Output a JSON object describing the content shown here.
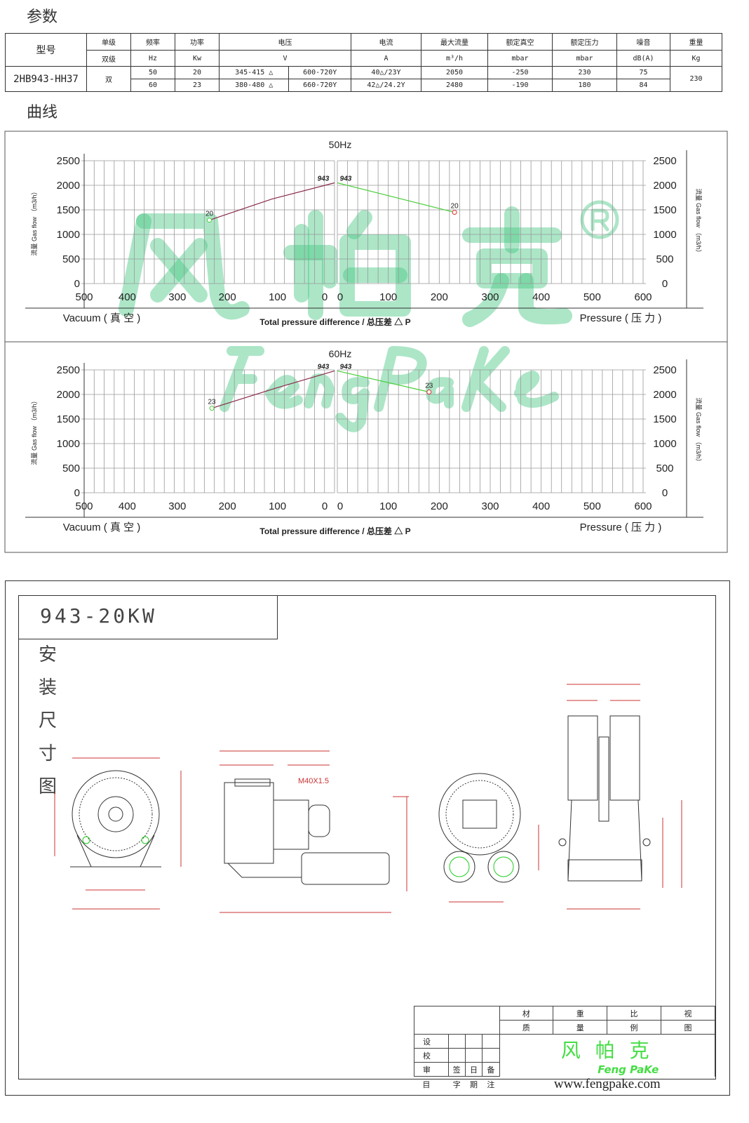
{
  "sections": {
    "params": "参数",
    "curves": "曲线"
  },
  "table": {
    "h1": [
      "型号",
      "单级",
      "频率",
      "功率",
      "电压",
      "电流",
      "最大流量",
      "额定真空",
      "额定压力",
      "噪音",
      "重量"
    ],
    "h2": [
      "双级",
      "Hz",
      "Kw",
      "V",
      "A",
      "m³/h",
      "mbar",
      "mbar",
      "dB(A)",
      "Kg"
    ],
    "model": "2HB943-HH37",
    "stage": "双",
    "rows": [
      {
        "hz": "50",
        "kw": "20",
        "v1": "345-415 △",
        "v2": "600-720Y",
        "a": "40△/23Y",
        "flow": "2050",
        "vac": "-250",
        "pres": "230",
        "db": "75"
      },
      {
        "hz": "60",
        "kw": "23",
        "v1": "380-480 △",
        "v2": "660-720Y",
        "a": "42△/24.2Y",
        "flow": "2480",
        "vac": "-190",
        "pres": "180",
        "db": "84"
      }
    ],
    "weight": "230"
  },
  "chart_data": [
    {
      "type": "line",
      "title": "50Hz",
      "ylabel": "流量 Gas flow （m3/h）",
      "ylim": [
        0,
        2500
      ],
      "yticks": [
        "0",
        "500",
        "1000",
        "1500",
        "2000",
        "2500"
      ],
      "vacuum_ticks": [
        "500",
        "400",
        "300",
        "200",
        "100",
        "0"
      ],
      "pressure_ticks": [
        "0",
        "100",
        "200",
        "300",
        "400",
        "500",
        "600"
      ],
      "xlabel_left": "Vacuum ( 真 空 )",
      "xlabel_center": "Total pressure difference / 总压差 △ P",
      "xlabel_right": "Pressure ( 压 力 )",
      "series": [
        {
          "name": "vacuum",
          "color": "#8b2a4a",
          "points": [
            [
              0,
              2050
            ],
            [
              125,
              1720
            ],
            [
              250,
              1290
            ]
          ],
          "start_label": "943",
          "end_label": "20"
        },
        {
          "name": "pressure",
          "color": "#4ccf3c",
          "points": [
            [
              0,
              2050
            ],
            [
              230,
              1450
            ]
          ],
          "start_label": "943",
          "end_label": "20"
        }
      ]
    },
    {
      "type": "line",
      "title": "60Hz",
      "ylabel": "流量 Gas flow （m3/h）",
      "ylim": [
        0,
        2500
      ],
      "yticks": [
        "0",
        "500",
        "1000",
        "1500",
        "2000",
        "2500"
      ],
      "vacuum_ticks": [
        "500",
        "400",
        "300",
        "200",
        "100",
        "0"
      ],
      "pressure_ticks": [
        "0",
        "100",
        "200",
        "300",
        "400",
        "500",
        "600"
      ],
      "xlabel_left": "Vacuum ( 真 空 )",
      "xlabel_center": "Total pressure difference / 总压差 △ P",
      "xlabel_right": "Pressure ( 压 力 )",
      "series": [
        {
          "name": "vacuum",
          "color": "#8b2a4a",
          "points": [
            [
              0,
              2480
            ],
            [
              120,
              2120
            ],
            [
              245,
              1720
            ]
          ],
          "start_label": "943",
          "end_label": "23"
        },
        {
          "name": "pressure",
          "color": "#4ccf3c",
          "points": [
            [
              0,
              2480
            ],
            [
              180,
              2050
            ]
          ],
          "start_label": "943",
          "end_label": "23"
        }
      ]
    }
  ],
  "watermark": {
    "cn": "风 帕 克",
    "reg": "®",
    "en": "FengPaKe"
  },
  "drawing": {
    "title": "943-20KW",
    "vertical": [
      "安",
      "装",
      "尺",
      "寸",
      "图"
    ],
    "thread": "M40X1.5"
  },
  "titleblock": {
    "top": [
      "材",
      "重",
      "比",
      "视"
    ],
    "top2": [
      "质",
      "量",
      "例",
      "图"
    ],
    "left": [
      "设",
      "校",
      "审"
    ],
    "bottom": [
      "目",
      "字",
      "期",
      "注"
    ],
    "sig": [
      "签",
      "日",
      "备"
    ],
    "logo_cn": "风 帕 克",
    "logo_en": "Feng PaKe",
    "url": "www.fengpake.com"
  }
}
